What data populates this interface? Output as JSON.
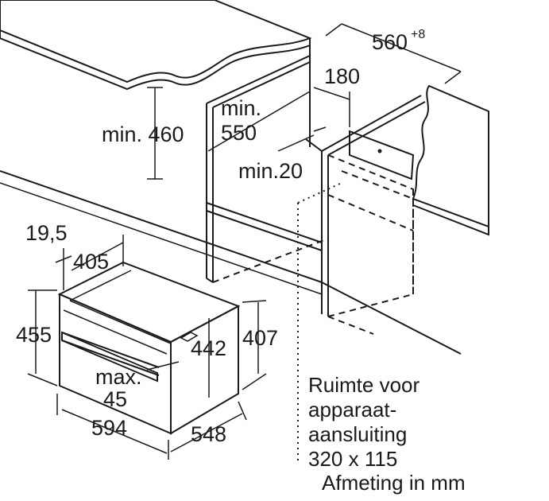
{
  "dimensions": {
    "cabinet_width": "560",
    "cabinet_width_tolerance": "+8",
    "min_height": "min. 460",
    "min_depth_line1": "min.",
    "min_depth_line2": "550",
    "rear_gap": "180",
    "min_gap": "min.20",
    "front_offset": "19,5",
    "front_depth": "405",
    "height_total": "455",
    "height_inner": "442",
    "height_body": "407",
    "max_line1": "max.",
    "max_line2": "45",
    "width": "594",
    "depth": "548"
  },
  "notes": {
    "space_line1": "Ruimte voor",
    "space_line2": "apparaat-",
    "space_line3": "aansluiting",
    "space_line4": "320 x 115",
    "unit_note": "Afmeting in mm"
  },
  "colors": {
    "line": "#1a1a1a",
    "worktop": "#e6e6e6"
  }
}
